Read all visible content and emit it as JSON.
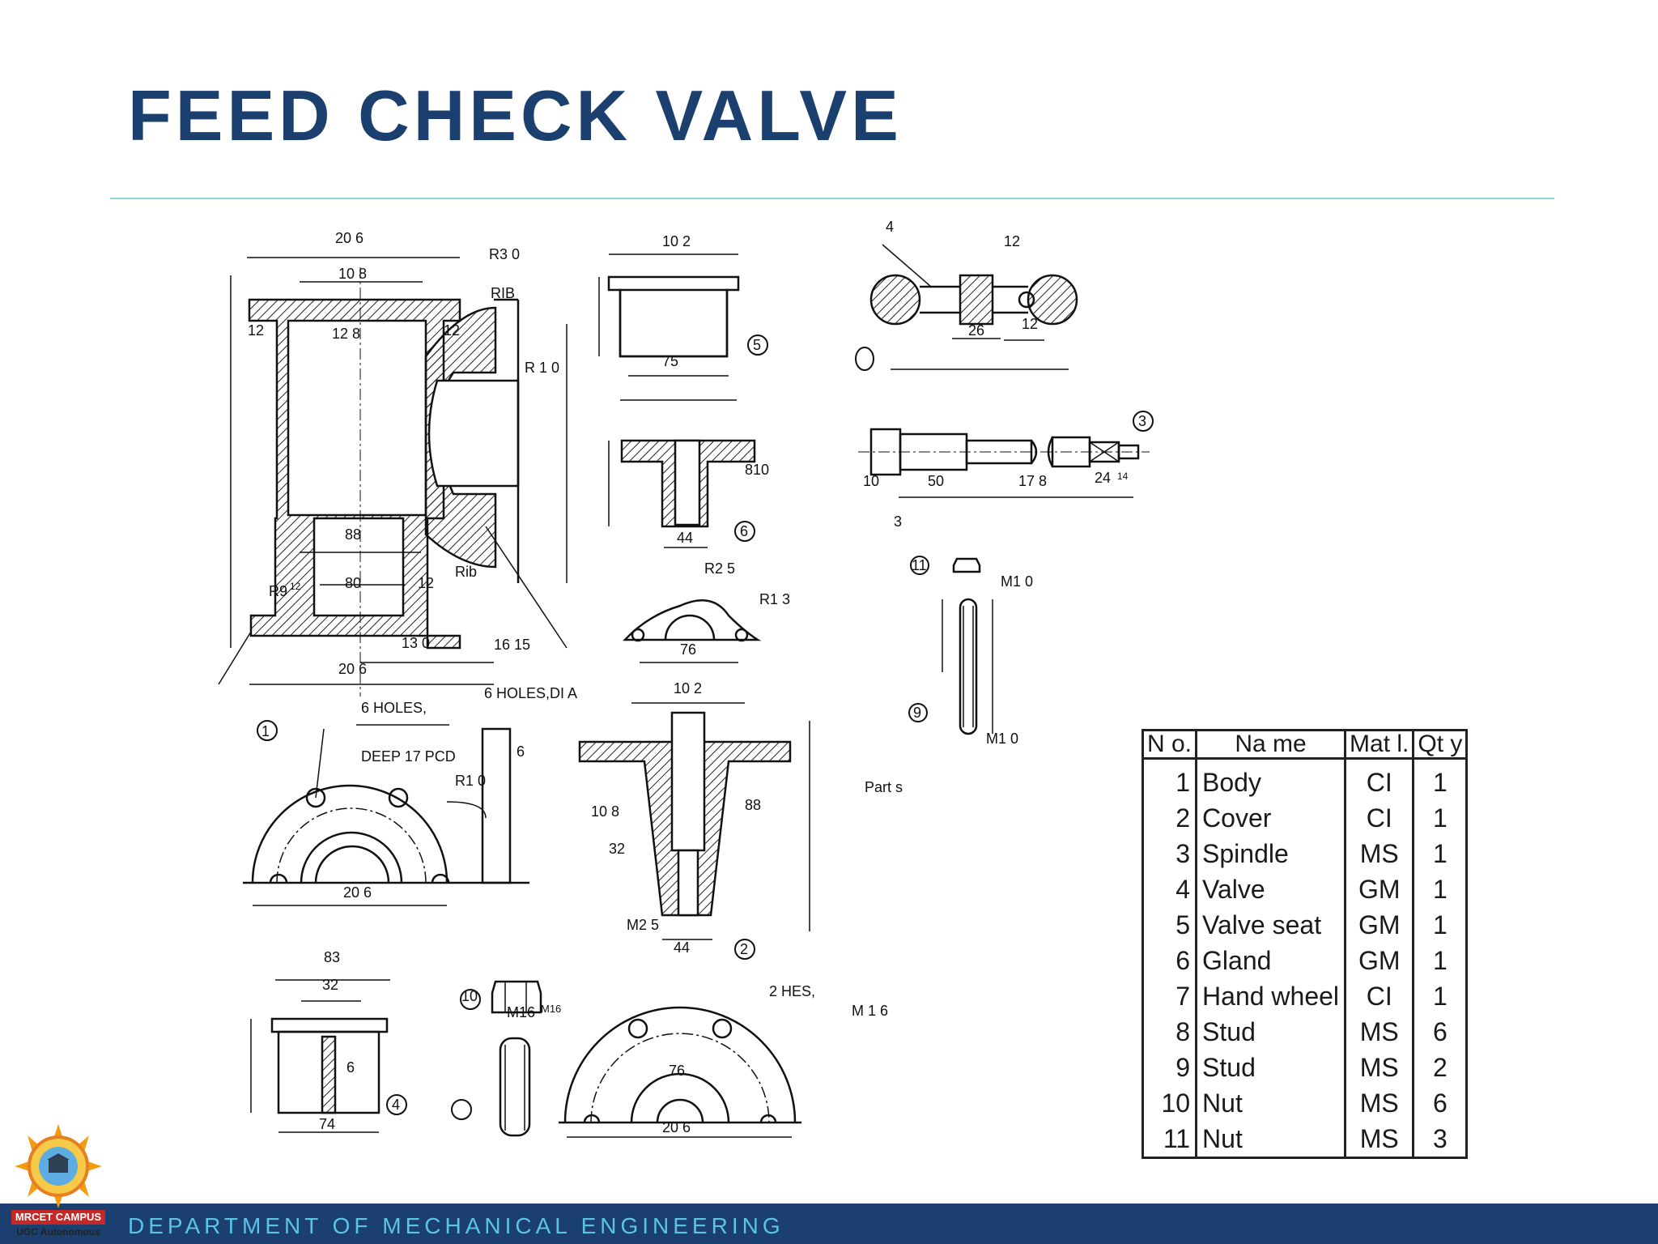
{
  "slide": {
    "title": "FEED CHECK VALVE",
    "footer": "DEPARTMENT OF MECHANICAL ENGINEERING"
  },
  "logo": {
    "badge": "MRCET CAMPUS",
    "sub": "UGC Autonomous"
  },
  "drawing": {
    "labels": {
      "body_top_width": "20 6",
      "body_bore": "10 8",
      "r30": "R3 0",
      "rib_top": "RIB",
      "dim12_left": "12",
      "dim128": "12 8",
      "dim12_mid": "12",
      "r10": "R 1 0",
      "dim88": "88",
      "dim80": "80",
      "dim12_low": "12",
      "rib_low": "Rib",
      "r9": "R9",
      "r9_sub": "12",
      "dim130": "13 0",
      "dim1615": "16 15",
      "body_base_width": "20 6",
      "holes_dia": "6 HOLES,DI A",
      "six_holes": "6 HOLES,",
      "deep_pcd": "DEEP 17 PCD",
      "r10_plan": "R1 0",
      "dim6_plan": "6",
      "plan_width": "20 6",
      "part1": "1",
      "seat_top": "10 2",
      "seat_75": "75",
      "part5": "5",
      "gland_810": "810",
      "gland_44": "44",
      "part6": "6",
      "r25": "R2 5",
      "r13": "R1 3",
      "gland_76": "76",
      "cover_102": "10 2",
      "cover_108": "10 8",
      "cover_88": "88",
      "cover_32": "32",
      "cover_m25": "M2 5",
      "cover_44": "44",
      "part2": "2",
      "two_hes": "2 HES,",
      "m16_side": "M 1 6",
      "plan2_76": "76",
      "plan2_206": "20 6",
      "valve_83": "83",
      "valve_32": "32",
      "valve_6": "6",
      "valve_74": "74",
      "part4": "4",
      "part10": "10",
      "nut_m16": "M16",
      "nut_m16b": "M16",
      "wheel_4": "4",
      "wheel_12a": "12",
      "wheel_26": "26",
      "wheel_12b": "12",
      "spindle_10": "10",
      "spindle_50": "50",
      "spindle_178": "17 8",
      "spindle_3": "3",
      "spindle_24": "24",
      "spindle_14": "14",
      "part3": "3",
      "part11": "11",
      "stud_m10": "M1 0",
      "part9": "9",
      "stud_m10b": "M1 0",
      "parts_word": "Part s"
    }
  },
  "parts_table": {
    "headers": [
      "N o.",
      "Na me",
      "Mat l.",
      "Qt y"
    ],
    "rows": [
      {
        "no": "1",
        "name": "Body",
        "mat": "CI",
        "qty": "1"
      },
      {
        "no": "2",
        "name": "Cover",
        "mat": "CI",
        "qty": "1"
      },
      {
        "no": "3",
        "name": "Spindle",
        "mat": "MS",
        "qty": "1"
      },
      {
        "no": "4",
        "name": "Valve",
        "mat": "GM",
        "qty": "1"
      },
      {
        "no": "5",
        "name": "Valve seat",
        "mat": "GM",
        "qty": "1"
      },
      {
        "no": "6",
        "name": "Gland",
        "mat": "GM",
        "qty": "1"
      },
      {
        "no": "7",
        "name": "Hand wheel",
        "mat": "CI",
        "qty": "1"
      },
      {
        "no": "8",
        "name": "Stud",
        "mat": "MS",
        "qty": "6"
      },
      {
        "no": "9",
        "name": "Stud",
        "mat": "MS",
        "qty": "2"
      },
      {
        "no": "10",
        "name": "Nut",
        "mat": "MS",
        "qty": "6"
      },
      {
        "no": "11",
        "name": "Nut",
        "mat": "MS",
        "qty": "3"
      }
    ]
  }
}
